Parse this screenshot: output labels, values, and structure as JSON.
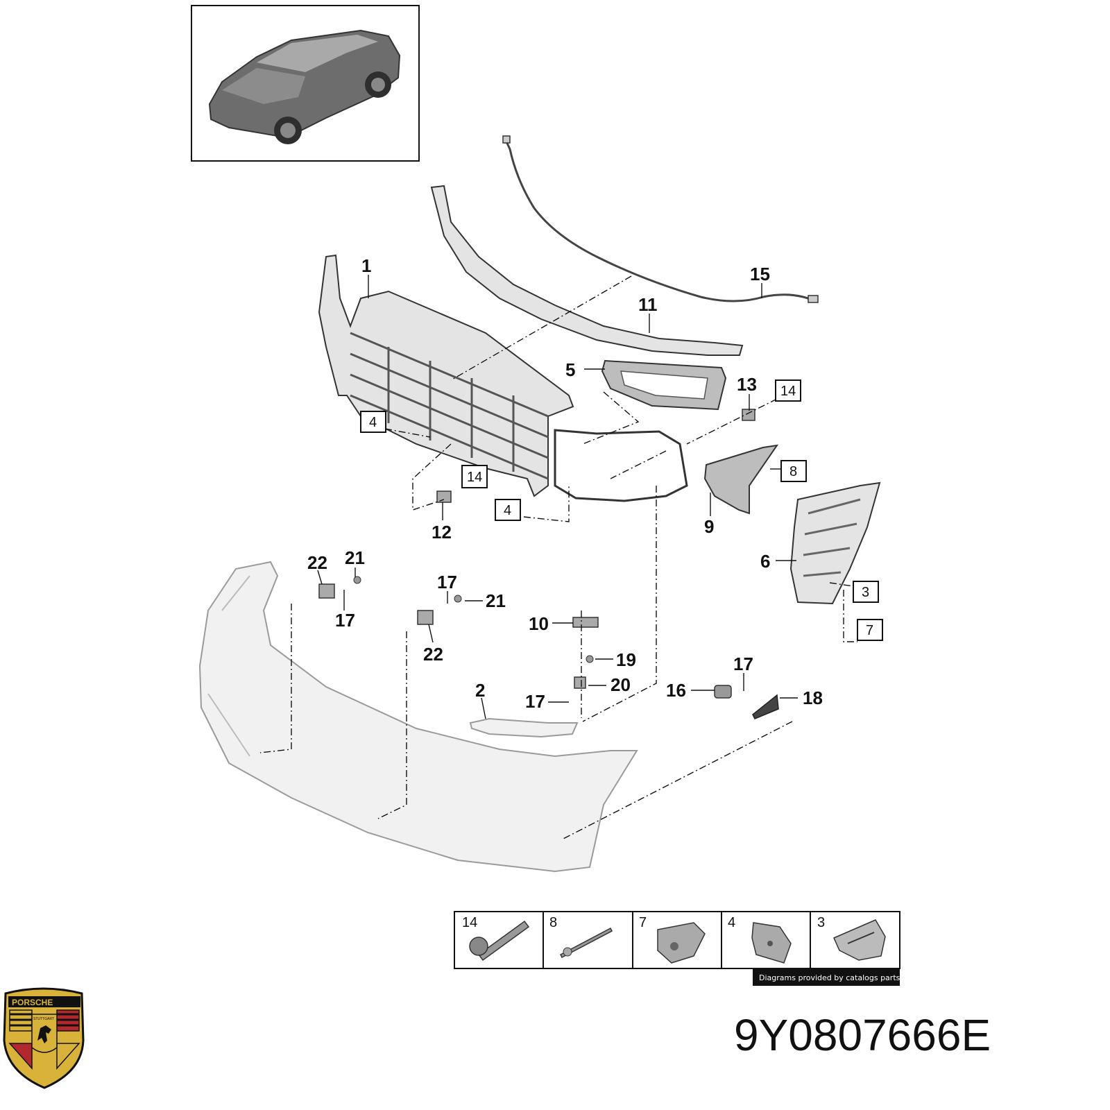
{
  "callouts": [
    {
      "id": "c1",
      "label": "1"
    },
    {
      "id": "c2",
      "label": "2"
    },
    {
      "id": "c5",
      "label": "5"
    },
    {
      "id": "c6",
      "label": "6"
    },
    {
      "id": "c9",
      "label": "9"
    },
    {
      "id": "c10",
      "label": "10"
    },
    {
      "id": "c11",
      "label": "11"
    },
    {
      "id": "c12",
      "label": "12"
    },
    {
      "id": "c13",
      "label": "13"
    },
    {
      "id": "c15",
      "label": "15"
    },
    {
      "id": "c16",
      "label": "16"
    },
    {
      "id": "c17a",
      "label": "17"
    },
    {
      "id": "c17b",
      "label": "17"
    },
    {
      "id": "c17c",
      "label": "17"
    },
    {
      "id": "c17d",
      "label": "17"
    },
    {
      "id": "c18",
      "label": "18"
    },
    {
      "id": "c19",
      "label": "19"
    },
    {
      "id": "c20",
      "label": "20"
    },
    {
      "id": "c21a",
      "label": "21"
    },
    {
      "id": "c21b",
      "label": "21"
    },
    {
      "id": "c22a",
      "label": "22"
    },
    {
      "id": "c22b",
      "label": "22"
    }
  ],
  "boxed_refs": [
    {
      "id": "b14a",
      "label": "14"
    },
    {
      "id": "b14b",
      "label": "14"
    },
    {
      "id": "b4a",
      "label": "4"
    },
    {
      "id": "b4b",
      "label": "4"
    },
    {
      "id": "b8",
      "label": "8"
    },
    {
      "id": "b3",
      "label": "3"
    },
    {
      "id": "b7",
      "label": "7"
    }
  ],
  "legend": {
    "cells": [
      {
        "number": "14",
        "icon": "bolt-icon"
      },
      {
        "number": "8",
        "icon": "rivet-icon"
      },
      {
        "number": "7",
        "icon": "clip-nut-icon"
      },
      {
        "number": "4",
        "icon": "speed-nut-icon"
      },
      {
        "number": "3",
        "icon": "spring-clip-icon"
      }
    ],
    "credit": "Diagrams provided by catalogs parts"
  },
  "logo": {
    "text": "PORSCHE",
    "subtext": "STUTTGART",
    "icon": "porsche-crest-icon"
  },
  "part_number": "9Y0807666E"
}
